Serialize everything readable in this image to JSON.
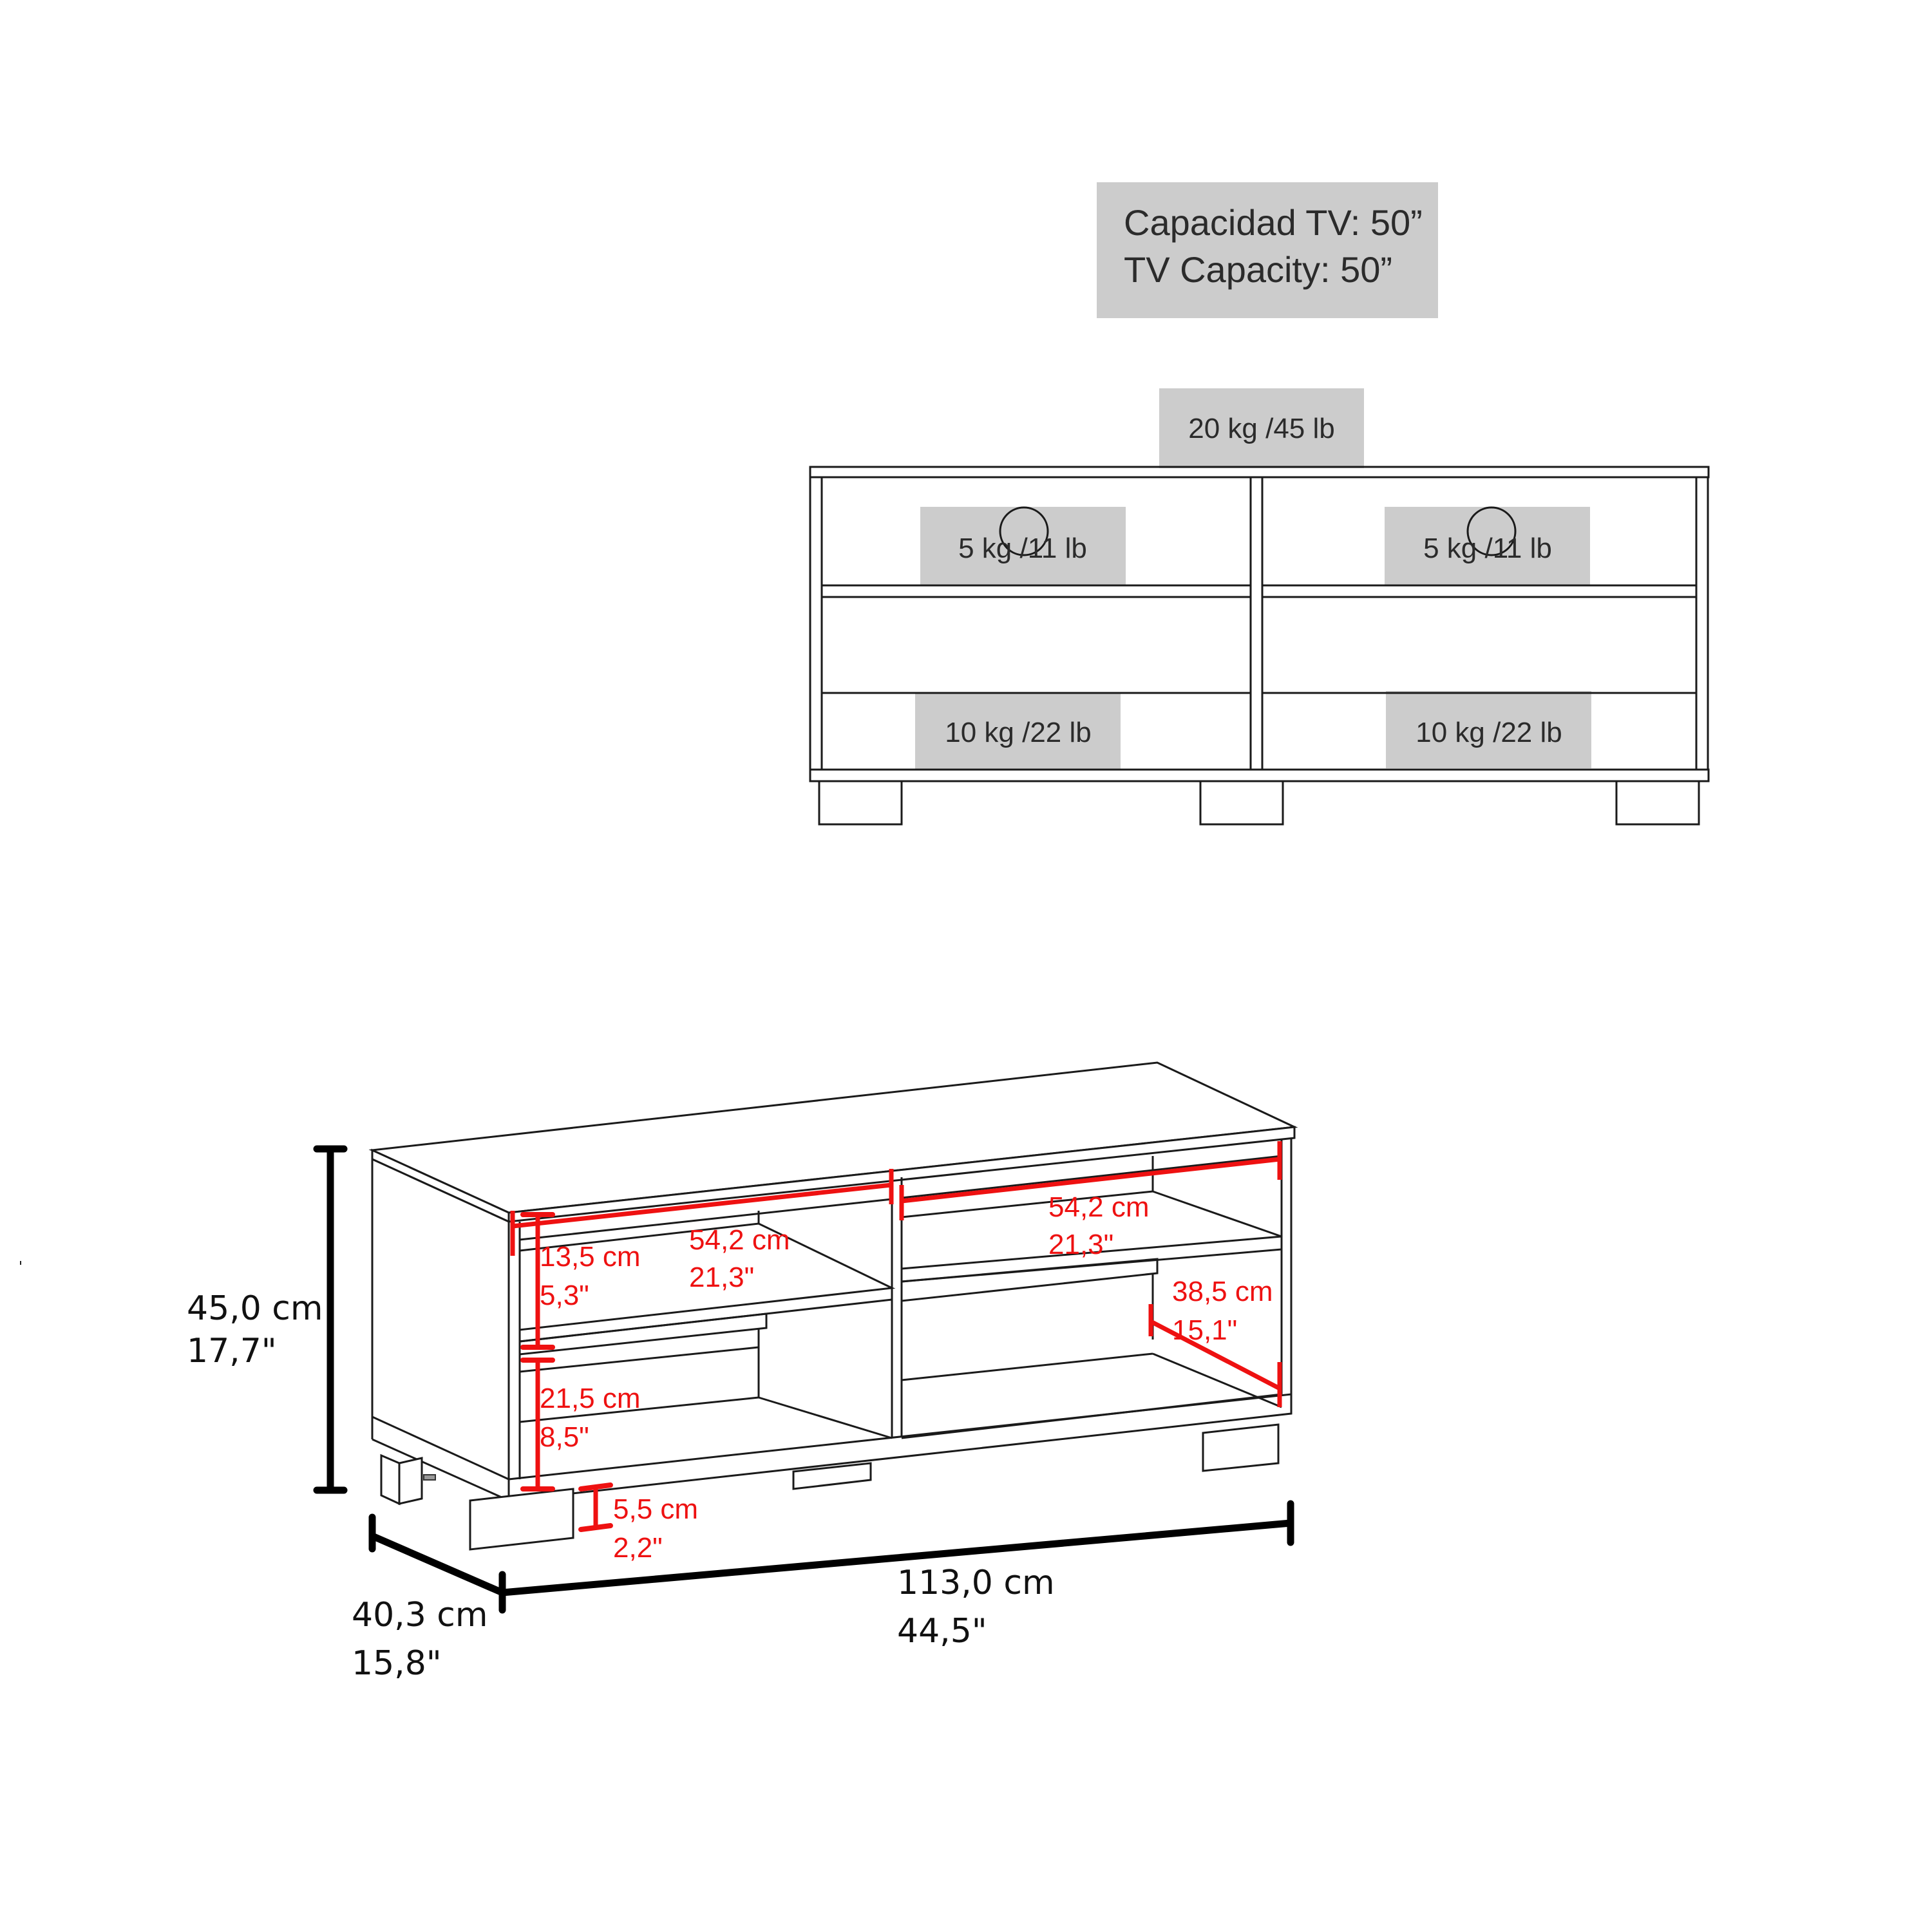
{
  "tv_capacity": {
    "line_es": "Capacidad TV: 50”",
    "line_en": "TV Capacity: 50”"
  },
  "load_capacity": {
    "top": "20 kg /45 lb",
    "upper_left_shelf": "5 kg /11 lb",
    "upper_right_shelf": "5 kg /11 lb",
    "bottom_left_shelf": "10 kg /22 lb",
    "bottom_right_shelf": "10 kg /22 lb"
  },
  "overall_dimensions": {
    "height_cm": "45,0 cm",
    "height_in": "17,7\"",
    "width_cm": "113,0 cm",
    "width_in": "44,5\"",
    "depth_cm": "40,3 cm",
    "depth_in": "15,8\""
  },
  "interior_dimensions": {
    "left_compartment_width_cm": "54,2 cm",
    "left_compartment_width_in": "21,3\"",
    "right_compartment_width_cm": "54,2 cm",
    "right_compartment_width_in": "21,3\"",
    "upper_shelf_height_cm": "13,5 cm",
    "upper_shelf_height_in": "5,3\"",
    "lower_shelf_height_cm": "21,5 cm",
    "lower_shelf_height_in": "8,5\"",
    "shelf_depth_cm": "38,5 cm",
    "shelf_depth_in": "15,1\"",
    "leg_height_cm": "5,5 cm",
    "leg_height_in": "2,2\""
  },
  "colors": {
    "dimension_red": "#ee1111",
    "label_box_gray": "#cccccc",
    "line_black": "#1a1a1a"
  }
}
